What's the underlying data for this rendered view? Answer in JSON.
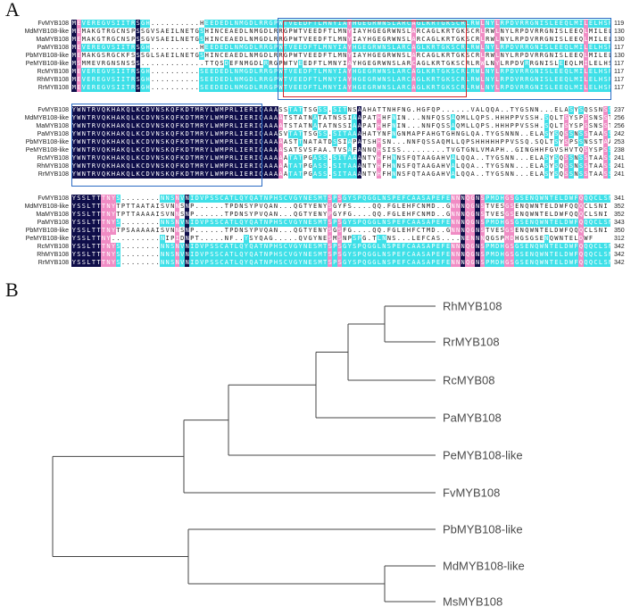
{
  "panels": {
    "a_label": "A",
    "b_label": "B"
  },
  "alignment": {
    "blocks": [
      {
        "rows": [
          {
            "name": "FvMYB108",
            "seq": "MEVEREGVSIITRSGH..........HEEDEDLNMGDLRRGPWTVEEDFTLMNYIAYHGEGRWNSLARCAGLKRTGKSCRLRWLNYLRPDVRRGNISLEEQLMILELHSRWGNRWSKIAQHLPGRTDNEIKN",
            "end": "119"
          },
          {
            "name": "MdMYB108-like",
            "seq": "MEMAKGTRGCNSPSSGVSAEILNETGSHINCEAEDLNMGDLRRGPWTVEEDFTLMNYIAYHGEGRWNSLARCAGLKRTGKSCRLRWLNYLRPDVRRGNISLEEQLMILELHSRWGNRWSKIAQHLPGRTDNEIKN",
            "end": "130"
          },
          {
            "name": "MaMYB108",
            "seq": "MEMAKGTRGCNSPSSGVSAEILNETGSHINCEAEDLNMGDLRRGPWTVEEDFTLMNYIAYHGEGRWNSLARCAGLKRTGKSCRLRWLNYLRPDVRRGNISLEEQLMILELHSRWGNRWSKIAQHLPGRTDNEIKN",
            "end": "130"
          },
          {
            "name": "PaMYB108",
            "seq": "MEVEREGVSIITRSGH..........HEEDEDLNMGDLRRGPWTVEEDFTLMNYIAYHGEGRWNSLARCAGLKRTGKSCRLRWLNYLRPDVRRGNISLEEQLMILELHSRWGNRWSKIAQHLPGRTDNEIKN",
            "end": "117"
          },
          {
            "name": "PbMYB108-like",
            "seq": "MEMAKGSRGCKFSSSGLSAEILNETGSHINCEAEDLNMGDLRRGPWTVEEDFTLMNYIAYHGEGRWNSLARCAGLKRTGKSCRLRWLNYLRPDVRRGNISLEEQLMILELHSRWGNRWSKIAQHLPGRTDNEIKN",
            "end": "130"
          },
          {
            "name": "PeMYB108-like",
            "seq": "MSMMEVRGNSNSSS.............TTQSDEFNMGDLRRGPWTVEEDFTLMNYIAYHGEGRWNSLARCAGLKRTGKSCRLRWLNYLRPDVRRGNISLEEQLMILELHSRWGNRWSKIAQHLPGRTDNEIKN",
            "end": "117"
          },
          {
            "name": "RcMYB108",
            "seq": "MEVEREGVSIITRSGH..........SEEDEDLNMGDLRRGPWTVEEDFTLMNYIAYHGEGRWNSLARCAGLKRTGKSCRLRWLNYLRPDVRRGNISLEEQLMILELHSRWGNRWSKIAQHLPGRTDNEIKN",
            "end": "117"
          },
          {
            "name": "RhMYB108",
            "seq": "MEVEREGVSIITRSGH..........SEEDEDLNMGDLRRGPWTVEEDFTLMNYIAYHGEGRWNSLARCAGLKRTGKSCRLRWLNYLRPDVRRGNISLEEQLMILELHSRWGNRWSKIAQHLPGRTDNEIKN",
            "end": "117"
          },
          {
            "name": "RrMYB108",
            "seq": "MEVEREGVSIITRSGH..........SEEDEDLNMGDLRRGPWTVEEDFTLMNYIAYHGEGRWNSLARCAGLKRTGKSCRLRWLNYLRPDVRRGNISLEEQLMILELHSRWGNRWSKIAQHLPGRTDNEIKN",
            "end": "117"
          }
        ]
      },
      {
        "rows": [
          {
            "name": "FvMYB108",
            "seq": "YWNTRVQKHAKQLKCDVNSKQFKDTMRYLWMPRLIERIQAAASSTATTSGSS.SITNSAAHATTNHFNG.HGFQP......VALQQA..TYGSNN...ELASYSQSSNSSTAASSSDSFTQVSPV",
            "end": "237"
          },
          {
            "name": "MdMYB108-like",
            "seq": "YWNTRVQKHAKQLKCDVNSKQFKDTMRYLWMPRLIERIQAAAATSTATNATATNSSIAAPATHHFNIN...NNFQSSAQMLLQPS.HHHPPVSSH.SQLTSYSPSSNSSTAASSSDSFTQVSPV",
            "end": "256"
          },
          {
            "name": "MaMYB108",
            "seq": "YWNTRVQKHAKQLKCDVNSKQFKDTMRYLWMPRLIERIQAAAATSTATNATATNSSIAAPATHHFNIN...NNFQSSAQMLLQPS.HHHPPVSSH.SQLTSYSPSSNSSTAASSSDSFTQVSPV",
            "end": "256"
          },
          {
            "name": "PaMYB108",
            "seq": "YWNTRVQKHAKQLKCDVNSKQFKDTMRYLWMPRLIERIQAAASVTATTSGSS.SITAAAHATYNFNGNMAPFAHGTGHNGLQA.TYGSNNN..ELASYSQSSNSSTAASSSDSFTQVSPV",
            "end": "242"
          },
          {
            "name": "PbMYB108-like",
            "seq": "YWNTRVQKHAKQLKCDVNSKQFKDTMRYLWMPRLIERIQAAAAASTTNATATDSSIAPATSHHSN...NNFQSSAQMLLQPSHHHHHPPVSSQ.SQLTSYSPSSNSSTAASSSDSFTQVSPV",
            "end": "253"
          },
          {
            "name": "PeMYB108-like",
            "seq": "YWNTRVQKHAKQLKCDVNSKQFKDTMRYLWMPRLIERIQAAAASATSVSFAA.TVSAFANNQHSISS.........TVGTGNLVMAPH..GINGHHFGVSHVTQSYSPSSNSSTAASSSDSFTQVSPV",
            "end": "238"
          },
          {
            "name": "RcMYB108",
            "seq": "YWNTRVQKHAKQLKCDVNSKQFKDTMRYLWMPRLIERIQAAAAATATPGASS.SITAAANTYHFHNNSFQTAAGAHVALQQA..TYGSNN...ELASYSQSSNSSTAASSSDSFTQVSPV",
            "end": "241"
          },
          {
            "name": "RhMYB108",
            "seq": "YWNTRVQKHAKQLKCDVNSKQFKDTMRYLWMPRLIERIQAAAAATATPGASS.SITAAANTYHFHNNSFQTAAGAHVALQQA..TYGSNN...ELASYSQSSNSSTAASSSDSFTQVSPV",
            "end": "241"
          },
          {
            "name": "RrMYB108",
            "seq": "YWNTRVQKHAKQLKCDVNSKQFKDTMRYLWMPRLIERIQAAAAATATPGASS.SITAAANTYHFHNNSFQTAAGAHVALQQA..TYGSNN...ELASYSQSSNSSTAASSSDSFTQVSPV",
            "end": "241"
          }
        ]
      },
      {
        "rows": [
          {
            "name": "FvMYB108",
            "seq": "YSSLTTTNYS........NNSNVNIDVPSSCATLQYQATNPHSCVGYNESMTSPSGYSPQGGLNSPEFCAASAPEFENNNQGNSPMDHGSGSENQWNTELDWFQQQCLSNI",
            "end": "341"
          },
          {
            "name": "MdMYB108-like",
            "seq": "YSSLTTTNYTPTTAATAISVNNSNP......TPDNSYPVQAN...QGTYENYSGYFS....QQ.FGLEHFCNMD..GNNNQGNSTVESGSENQWNTELDWFQQQCLSNI",
            "end": "352"
          },
          {
            "name": "MaMYB108",
            "seq": "YSSLTTTNYTPTTAAAAISVNNSNP......TPDNSYPVQAN...QGTYENYPGYFG....QQ.FGLEHFCNMD..GNNNQGNSTVESGSENQWNTELDWFQQQCLSNI",
            "end": "352"
          },
          {
            "name": "PaMYB108",
            "seq": "YSSLTTTNYS........NNSNVNIDVPSSCATLQYQATNPHSCVGYNESMTSPSGYSPQGGLNSPEFCAASAPEFENNNQGNSPMDHGSGSENQWNTELDWFQQQCLSNI",
            "end": "343"
          },
          {
            "name": "PbMYB108-like",
            "seq": "YSSLTTTNYTPSAAAAAISVNNSNP......TPDNSYPVQAN...QGTYENYSGSFG....QQ.FGLEHFCTMD..GNNNQGNSTVESGSENQWNTELDWFQQQCLSNI",
            "end": "350"
          },
          {
            "name": "PeMYB108-like",
            "seq": "YSSLTTNY..........NIPIDNPT.....NF..YSYQAG.....QVGYNESMSNPSPG.TLNNS...LEFCAS....NENNNQGSPMDHGSGSENQWNTELDWF",
            "end": "312"
          },
          {
            "name": "RcMYB108",
            "seq": "YSSLTTTNYS........NNSNVNIDVPSSCATLQYQATNPHSCVGYNESMTSPSGYSPQGGLNSPEFCAASAPEFENNNQGNSPMDHGSGSENQWNTELDWFQQQCLSNI",
            "end": "342"
          },
          {
            "name": "RhMYB108",
            "seq": "YSSLTTTNYS........NNSNVNIDVPSSCATLQYQATNPHSCVGYNESMTSPSGYSPQGGLNSPEFCAASAPEFENNNQGNSPMDHGSGSENQWNTELDWFQQQCLSNI",
            "end": "342"
          },
          {
            "name": "RrMYB108",
            "seq": "YSSLTTTNYS........NNSNVNIDVPSSCATLQYQATNPHSCVGYNESMTSPSGYSPQGGLNSPEFCAASAPEFENNNQGNSPMDHGSGSENQWNTELDWFQQQCLSNI",
            "end": "342"
          }
        ]
      }
    ]
  },
  "tree": {
    "leaves": [
      "RhMYB108",
      "RrMYB108",
      "RcMYB08",
      "PaMYB108",
      "PeMYB108-like",
      "FvMYB108",
      "PbMYB108-like",
      "MdMYB108-like",
      "MsMYB108"
    ]
  },
  "colors": {
    "identical": "#0f0e4a",
    "similar_high": "#f08cc4",
    "similar_low": "#3fe0e8",
    "domain_box": "#2b6cc4",
    "motif_box": "#d8262b",
    "branch": "#444444"
  }
}
